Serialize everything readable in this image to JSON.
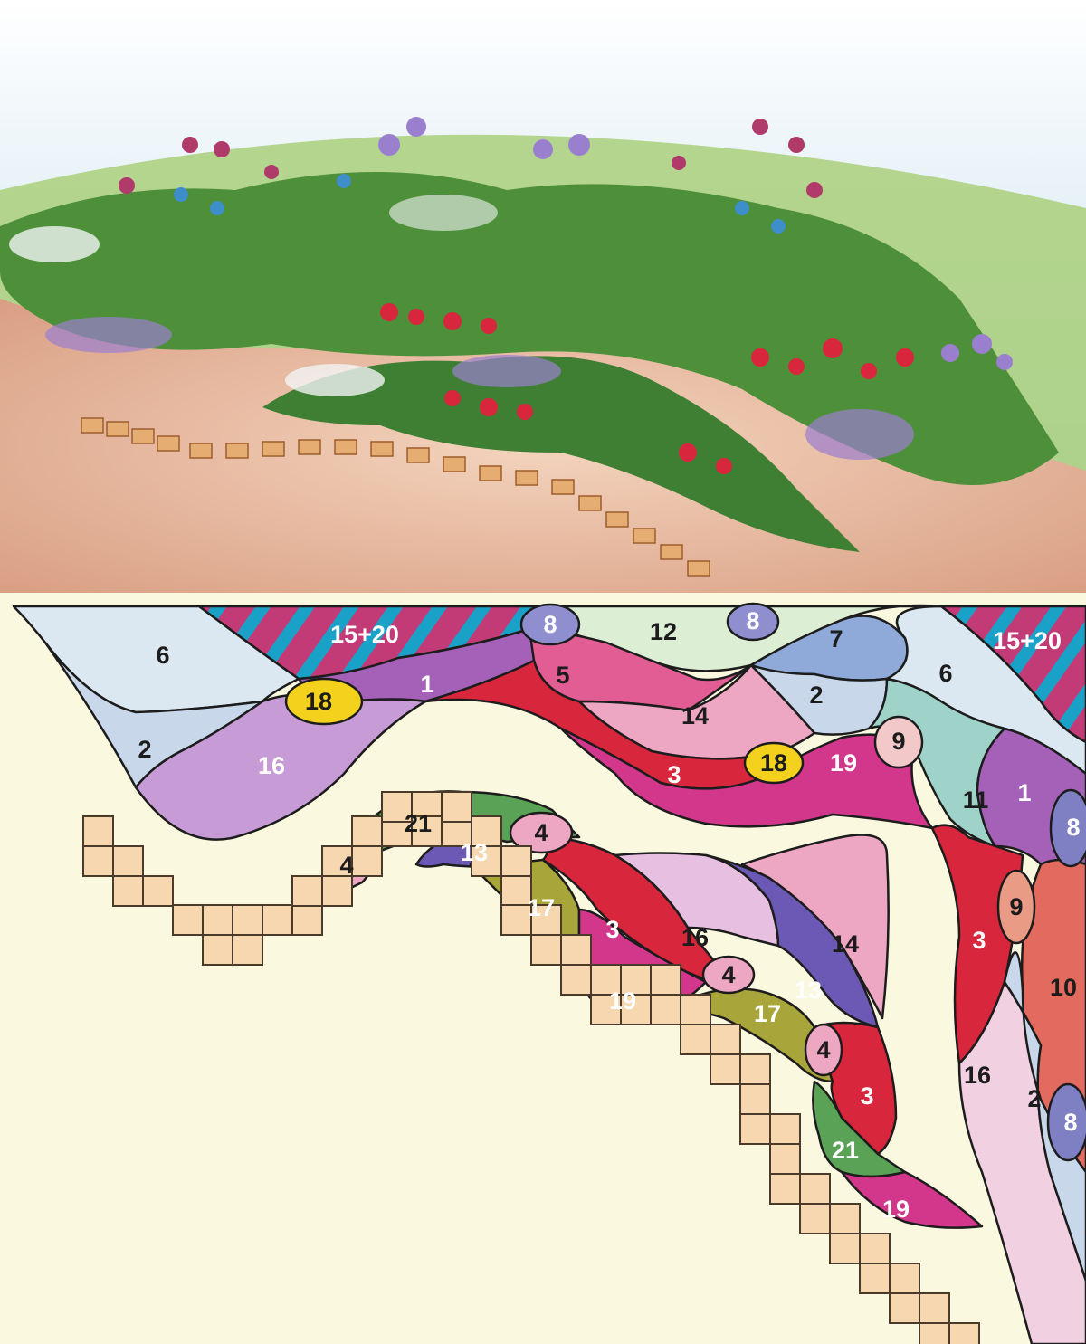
{
  "illustration": {
    "icon": "garden-bed-illustration"
  },
  "plan": {
    "labels": {
      "top_left_6": "6",
      "top_left_2": "2",
      "top_left_16": "16",
      "stripe_left": "15+20",
      "stripe_right": "15+20",
      "oval_18_left": "18",
      "band_1_top": "1",
      "oval_8_top_left": "8",
      "band_5": "5",
      "zone_12": "12",
      "oval_8_top_right": "8",
      "zone_7": "7",
      "zone_6_right": "6",
      "zone_14_top": "14",
      "zone_2_mid": "2",
      "band_3_top": "3",
      "oval_18_mid": "18",
      "band_19_top": "19",
      "oval_9_top": "9",
      "band_11": "11",
      "band_1_right": "1",
      "oval_8_right": "8",
      "oval_9_right": "9",
      "band_3_right": "3",
      "zone_10": "10",
      "zone_16_right": "16",
      "zone_2_right": "2",
      "oval_8_bottom_right": "8",
      "zone_21_top": "21",
      "oval_4_tip": "4",
      "band_13_left": "13",
      "oval_4_a": "4",
      "band_17_left": "17",
      "band_3_lower": "3",
      "zone_16_lower": "16",
      "zone_14_lower": "14",
      "oval_4_b": "4",
      "band_13_right": "13",
      "band_19_lower": "19",
      "band_17_right": "17",
      "oval_4_c": "4",
      "band_3_bottom": "3",
      "zone_21_bottom": "21",
      "band_19_bottom": "19"
    },
    "colors": {
      "pale_blue": "#dbe7f1",
      "light_blue": "#c8d8ea",
      "lilac": "#c79cd6",
      "purple": "#a561b8",
      "pink": "#e25d93",
      "light_pink": "#eea7c3",
      "red": "#d8263d",
      "magenta": "#d2378c",
      "teal": "#9fd2c8",
      "blue": "#8fa9d8",
      "green": "#5aa356",
      "olive": "#a8a53a",
      "indigo": "#6b59b5",
      "salmon": "#e26a5e",
      "yellow": "#f3d11c",
      "paver": "#f6d7b0",
      "background": "#fbf8e0"
    }
  }
}
